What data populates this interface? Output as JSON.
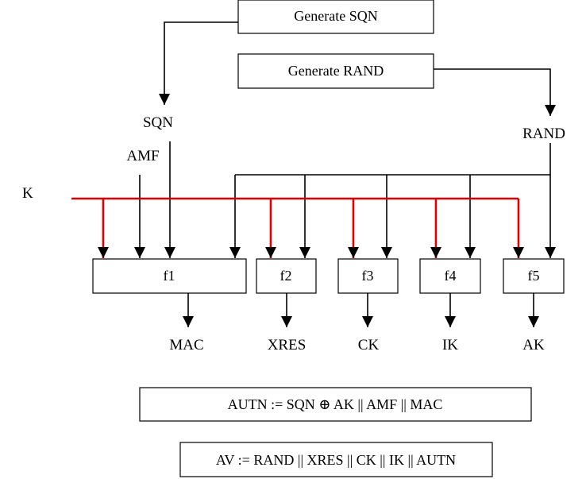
{
  "generators": {
    "sqn": "Generate SQN",
    "rand": "Generate RAND"
  },
  "inputs": {
    "sqn": "SQN",
    "amf": "AMF",
    "rand": "RAND",
    "k": "K"
  },
  "functions": {
    "f1": "f1",
    "f2": "f2",
    "f3": "f3",
    "f4": "f4",
    "f5": "f5"
  },
  "outputs": {
    "mac": "MAC",
    "xres": "XRES",
    "ck": "CK",
    "ik": "IK",
    "ak": "AK"
  },
  "formulas": {
    "autn": "AUTN := SQN ⊕ AK || AMF || MAC",
    "av": "AV := RAND || XRES || CK || IK || AUTN"
  },
  "colors": {
    "key_line": "#e00000",
    "lines": "#000000"
  }
}
